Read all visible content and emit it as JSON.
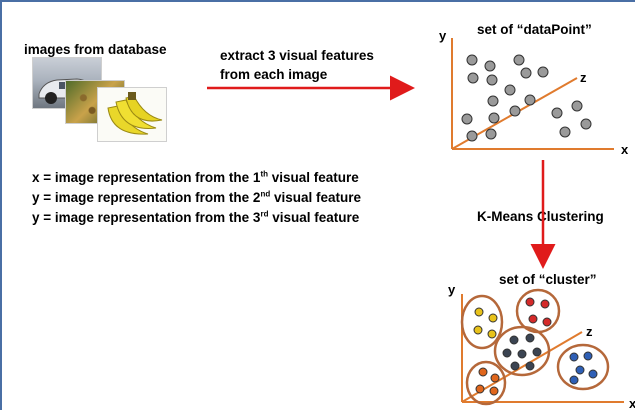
{
  "source_label": "images from database",
  "extract_line1": "extract 3 visual features",
  "extract_line2": "from each image",
  "top_plot": {
    "title": "set of “dataPoint”",
    "y_axis": "y",
    "z_axis": "z",
    "x_axis": "x"
  },
  "bottom_plot": {
    "title": "set of “cluster”",
    "y_axis": "y",
    "z_axis": "z",
    "x_axis": "x"
  },
  "process_label": "K-Means Clustering",
  "definitions": [
    {
      "lead": "x = image representation from the 1",
      "sup": "th",
      "tail": " visual feature"
    },
    {
      "lead": "y = image representation from the 2",
      "sup": "nd",
      "tail": " visual feature"
    },
    {
      "lead": "y = image representation from the 3",
      "sup": "rd",
      "tail": " visual feature"
    }
  ],
  "colors": {
    "arrow": "#e01b1b",
    "axis": "#e07b2e",
    "cluster_ring": "#b5683a",
    "point_gray": "#9a9a9a",
    "cluster_yellow": "#e8c21a",
    "cluster_red": "#d42a2a",
    "cluster_dark": "#3b4452",
    "cluster_blue": "#2e5fb5",
    "cluster_orange": "#e0661c",
    "frame": "#4a6fa5"
  },
  "images": [
    "car-photo",
    "leopard-photo",
    "banana-photo"
  ]
}
